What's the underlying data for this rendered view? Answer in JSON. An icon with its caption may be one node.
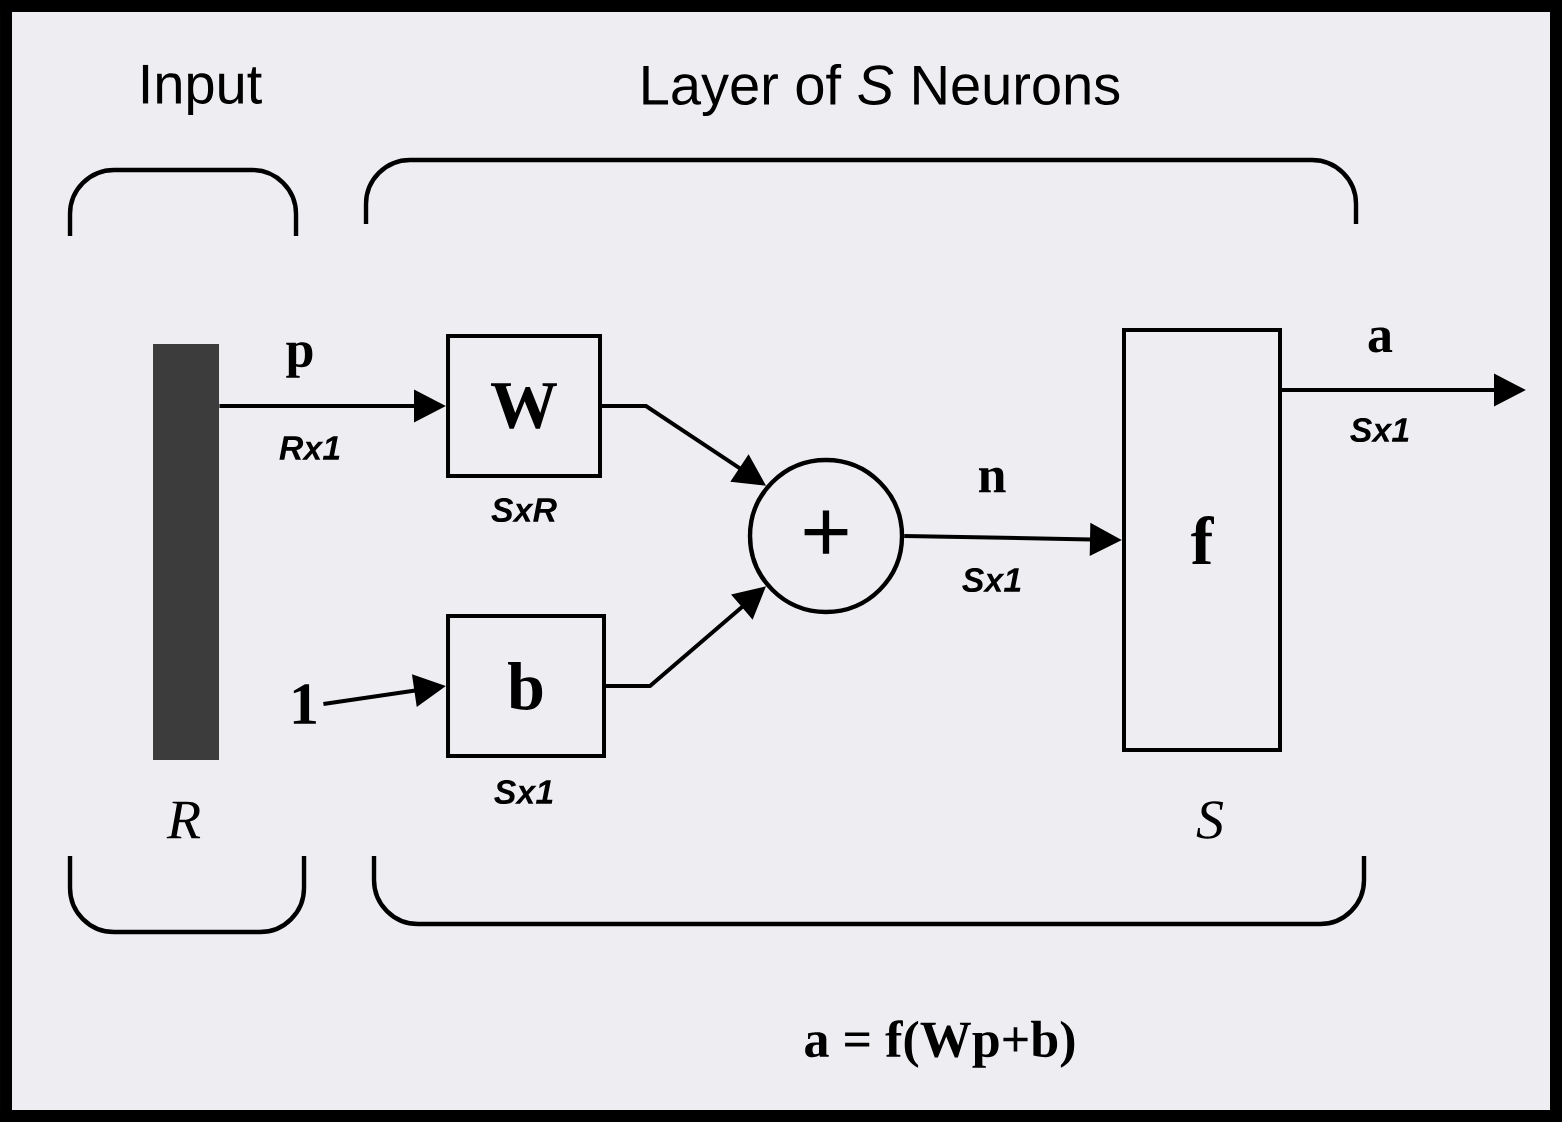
{
  "diagram": {
    "nodes": [
      {
        "text": [],
        "shape": "bar",
        "beside": [
          "R"
        ]
      },
      {
        "text": [
          "W"
        ],
        "beside": [
          "SxR"
        ]
      },
      {
        "text": [
          "1"
        ]
      },
      {
        "text": [
          "b"
        ],
        "beside": [
          "Sx1"
        ]
      },
      {
        "text": [
          "+"
        ]
      },
      {
        "text": [
          "f"
        ],
        "beside": [
          "S"
        ]
      }
    ],
    "edges": [
      {
        "from": 0,
        "to": 1,
        "arrow": "to",
        "label": "p"
      },
      {
        "from": 2,
        "to": 3,
        "arrow": "to"
      },
      {
        "from": 1,
        "to": 4,
        "arrow": "to"
      },
      {
        "from": 3,
        "to": 4,
        "arrow": "to"
      },
      {
        "from": 4,
        "to": 5,
        "arrow": "to",
        "label": "n"
      },
      {
        "from": 5,
        "to": null,
        "arrow": "to",
        "label": "a"
      }
    ],
    "labels": [
      "Input",
      "Layer of *S* Neurons",
      "Rx1",
      "Sx1",
      "Sx1",
      "a = f(Wp+b)"
    ]
  }
}
